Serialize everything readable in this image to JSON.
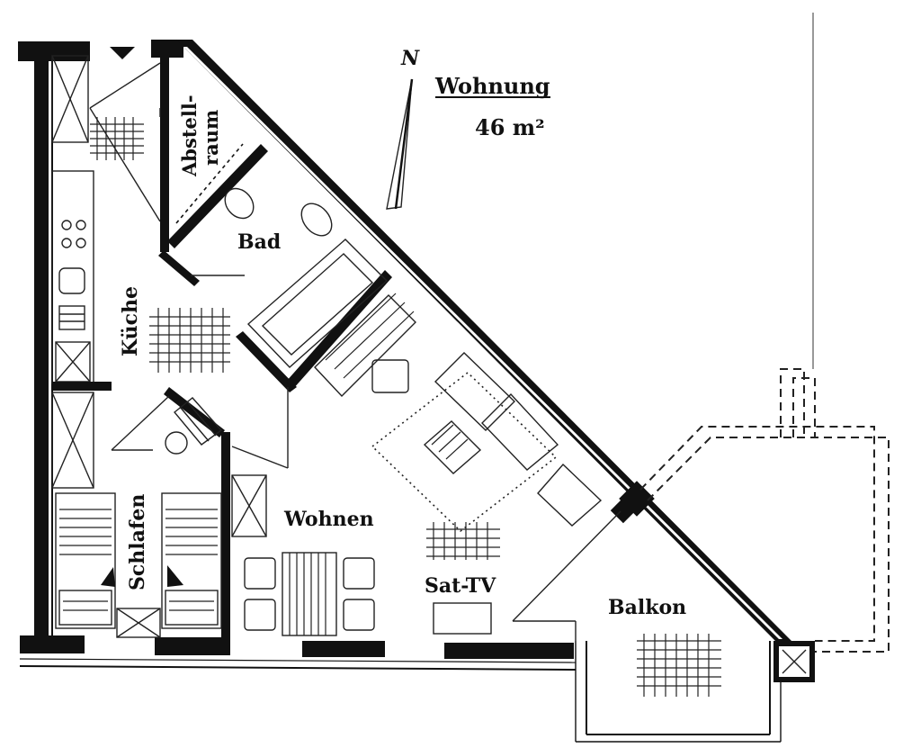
{
  "title": {
    "name": "Wohnung",
    "area": "46 m²"
  },
  "compass": {
    "north_letter": "N"
  },
  "rooms": {
    "abstellraum_line1": "Abstell-",
    "abstellraum_line2": "raum",
    "bad": "Bad",
    "kueche": "Küche",
    "schlafen": "Schlafen",
    "wohnen": "Wohnen",
    "sat_tv": "Sat-TV",
    "balkon": "Balkon"
  },
  "colors": {
    "ink": "#111111",
    "paper": "#ffffff"
  }
}
